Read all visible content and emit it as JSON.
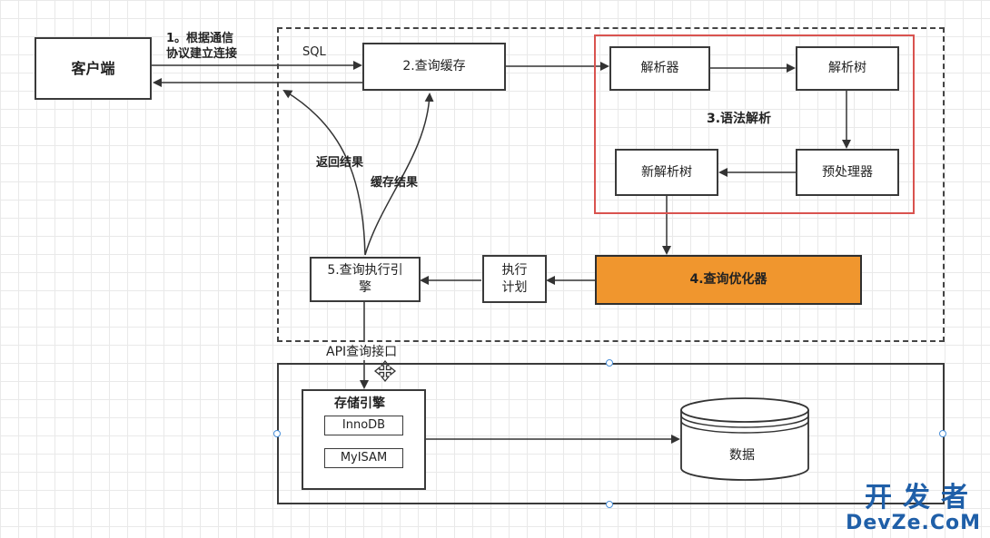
{
  "client": "客户端",
  "step1_line1": "1。根据通信",
  "step1_line2": "协议建立连接",
  "sql_label": "SQL",
  "query_cache": "2.查询缓存",
  "parser": "解析器",
  "parse_tree": "解析树",
  "syntax_parsing": "3.语法解析",
  "preprocessor": "预处理器",
  "new_parse_tree": "新解析树",
  "return_result": "返回结果",
  "cache_result": "缓存结果",
  "optimizer": "4.查询优化器",
  "exec_plan_line1": "执行",
  "exec_plan_line2": "计划",
  "exec_engine_line1": "5.查询执行引",
  "exec_engine_line2": "擎",
  "api_label": "API查询接口",
  "storage_engine": "存储引擎",
  "innodb": "InnoDB",
  "myisam": "MyISAM",
  "data_label": "数据",
  "watermark_cn": "开发者",
  "watermark_en": "DevZe.CoM",
  "colors": {
    "optimizer_fill": "#f0962e",
    "red_border": "#d9534f",
    "handle_blue": "#4a90d9",
    "watermark": "#1f5fa8"
  }
}
